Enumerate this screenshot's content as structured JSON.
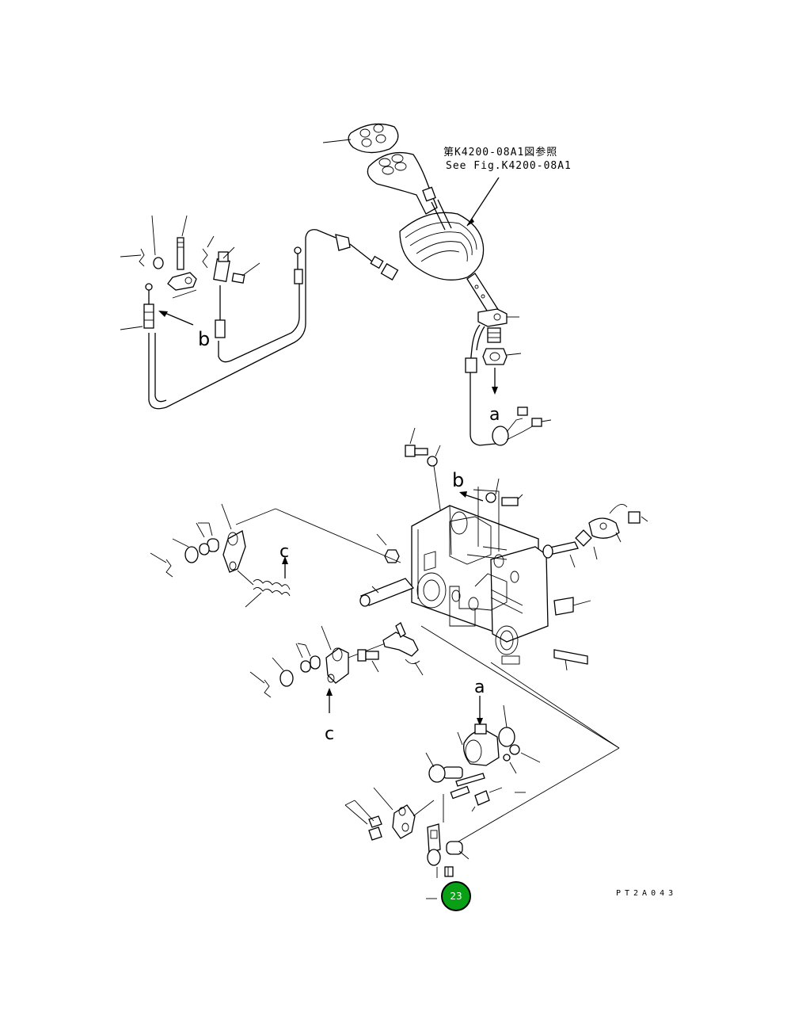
{
  "references": {
    "figure_jp": "第K4200-08A1図参照",
    "figure_en": "See Fig.K4200-08A1"
  },
  "view_markers": {
    "a_top": "a",
    "a_bottom": "a",
    "b_left": "b",
    "b_right": "b",
    "c_top": "c",
    "c_bottom": "c"
  },
  "drawing_code": "PT2A043",
  "page_badge": "23",
  "colors": {
    "line": "#000000",
    "badge": "#0aa016",
    "background": "#ffffff"
  }
}
